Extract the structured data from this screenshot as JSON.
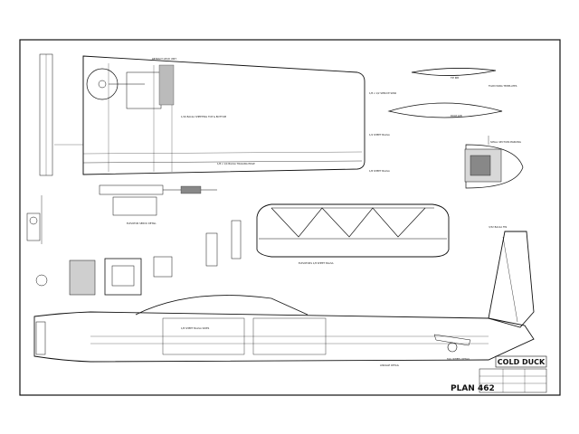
{
  "title_block": {
    "name": "COLD DUCK",
    "plan_number": "PLAN 462"
  },
  "labels": {
    "template_a": "TIP RIB",
    "template_b": "ROOT RIB",
    "templates_heading": "FOAM WING TEMPLATES",
    "servo_detail": "ELEVATOR SERVO DETAIL",
    "retract_detail": "RETRACT GEAR UNIT",
    "small_brake": "SMALL SECTION MARKING",
    "tailwheel": "TAIL WHEEL DETAIL",
    "linkage": "LINKAGE DETAIL",
    "fin_note": "3/32 BALSA FIN",
    "stab_note": "ELEVATORS 1/8 SHEET BALSA",
    "fuselage_note": "1/8 SHEET BALSA SIDES",
    "wing_note": "1/16 BALSA SHEETING TOP & BOTTOM"
  },
  "colors": {
    "ink": "#111111",
    "paper": "#ffffff"
  }
}
